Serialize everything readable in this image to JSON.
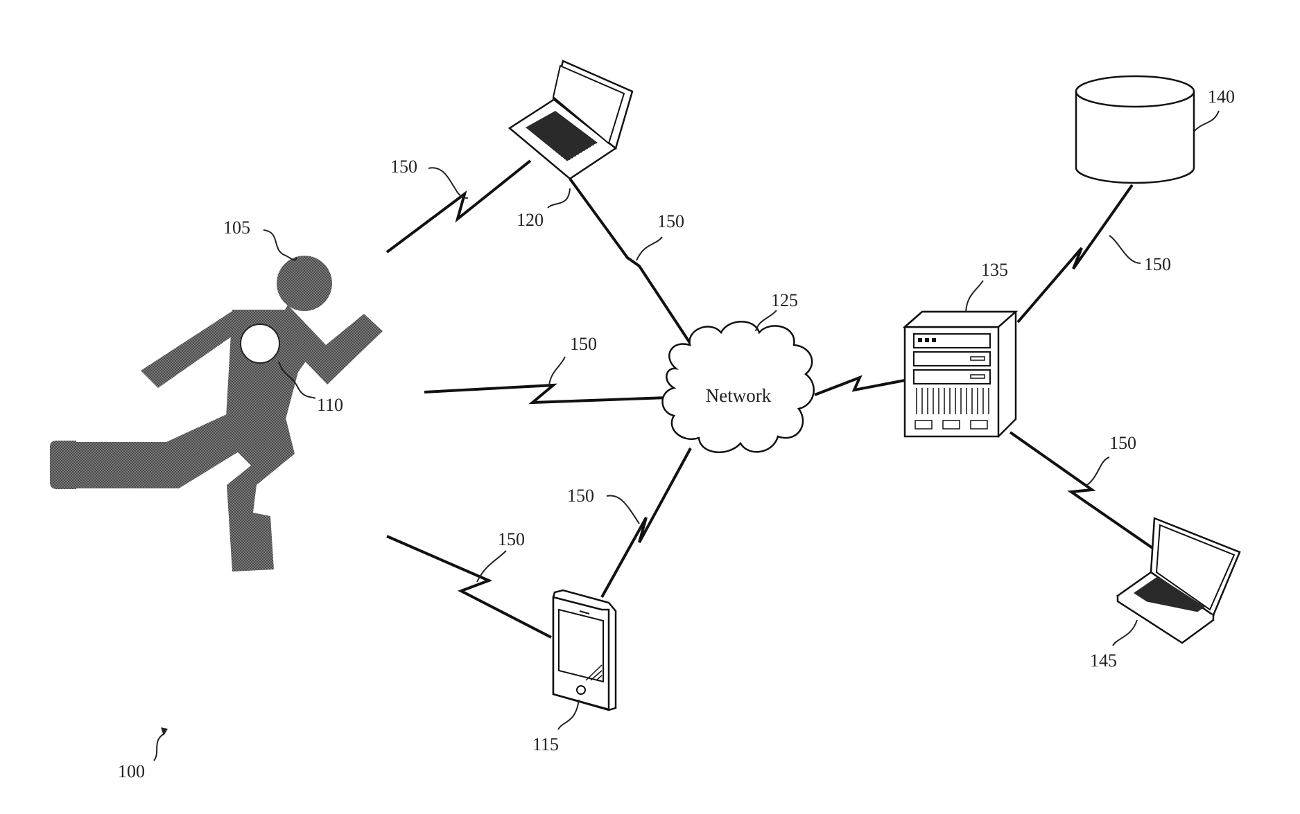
{
  "figure": {
    "reference_numerals": {
      "system": "100",
      "user": "105",
      "wearable_device": "110",
      "mobile_device": "115",
      "laptop_computer": "120",
      "network": "125",
      "server": "135",
      "database": "140",
      "remote_computer": "145",
      "wireless_link": "150"
    },
    "network_label": "Network"
  },
  "colors": {
    "line": "#111111",
    "figure_fill": "#666666",
    "background": "#ffffff"
  },
  "icons": [
    "runner-icon",
    "laptop-icon",
    "smartphone-icon",
    "cloud-icon",
    "server-icon",
    "database-icon"
  ]
}
